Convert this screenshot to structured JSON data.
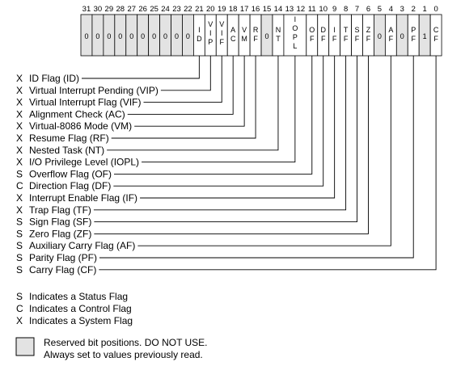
{
  "bit_numbers": [
    "31",
    "30",
    "29",
    "28",
    "27",
    "26",
    "25",
    "24",
    "23",
    "22",
    "21",
    "20",
    "19",
    "18",
    "17",
    "16",
    "15",
    "14",
    "13",
    "12",
    "11",
    "10",
    "9",
    "8",
    "7",
    "6",
    "5",
    "4",
    "3",
    "2",
    "1",
    "0"
  ],
  "register_cells": [
    {
      "bit": 31,
      "text": "0",
      "reserved": true
    },
    {
      "bit": 30,
      "text": "0",
      "reserved": true
    },
    {
      "bit": 29,
      "text": "0",
      "reserved": true
    },
    {
      "bit": 28,
      "text": "0",
      "reserved": true
    },
    {
      "bit": 27,
      "text": "0",
      "reserved": true
    },
    {
      "bit": 26,
      "text": "0",
      "reserved": true
    },
    {
      "bit": 25,
      "text": "0",
      "reserved": true
    },
    {
      "bit": 24,
      "text": "0",
      "reserved": true
    },
    {
      "bit": 23,
      "text": "0",
      "reserved": true
    },
    {
      "bit": 22,
      "text": "0",
      "reserved": true
    },
    {
      "bit": 21,
      "text": "ID",
      "reserved": false
    },
    {
      "bit": 20,
      "text": "VIP",
      "reserved": false
    },
    {
      "bit": 19,
      "text": "VIF",
      "reserved": false
    },
    {
      "bit": 18,
      "text": "AC",
      "reserved": false
    },
    {
      "bit": 17,
      "text": "VM",
      "reserved": false
    },
    {
      "bit": 16,
      "text": "RF",
      "reserved": false
    },
    {
      "bit": 15,
      "text": "0",
      "reserved": true
    },
    {
      "bit": 14,
      "text": "NT",
      "reserved": false
    },
    {
      "bit": 13,
      "text": "IOPL",
      "reserved": false,
      "span": 2
    },
    {
      "bit": 11,
      "text": "OF",
      "reserved": false
    },
    {
      "bit": 10,
      "text": "DF",
      "reserved": false
    },
    {
      "bit": 9,
      "text": "IF",
      "reserved": false
    },
    {
      "bit": 8,
      "text": "TF",
      "reserved": false
    },
    {
      "bit": 7,
      "text": "SF",
      "reserved": false
    },
    {
      "bit": 6,
      "text": "ZF",
      "reserved": false
    },
    {
      "bit": 5,
      "text": "0",
      "reserved": true
    },
    {
      "bit": 4,
      "text": "AF",
      "reserved": false
    },
    {
      "bit": 3,
      "text": "0",
      "reserved": true
    },
    {
      "bit": 2,
      "text": "PF",
      "reserved": false
    },
    {
      "bit": 1,
      "text": "1",
      "reserved": true
    },
    {
      "bit": 0,
      "text": "CF",
      "reserved": false
    }
  ],
  "flags": [
    {
      "type": "X",
      "name": "ID Flag (ID)",
      "bit": 21
    },
    {
      "type": "X",
      "name": "Virtual Interrupt Pending (VIP)",
      "bit": 20
    },
    {
      "type": "X",
      "name": "Virtual Interrupt Flag (VIF)",
      "bit": 19
    },
    {
      "type": "X",
      "name": "Alignment Check (AC)",
      "bit": 18
    },
    {
      "type": "X",
      "name": "Virtual-8086 Mode (VM)",
      "bit": 17
    },
    {
      "type": "X",
      "name": "Resume Flag (RF)",
      "bit": 16
    },
    {
      "type": "X",
      "name": "Nested Task (NT)",
      "bit": 14
    },
    {
      "type": "X",
      "name": "I/O Privilege Level (IOPL)",
      "bit": 12.5
    },
    {
      "type": "S",
      "name": "Overflow Flag (OF)",
      "bit": 11
    },
    {
      "type": "C",
      "name": "Direction Flag (DF)",
      "bit": 10
    },
    {
      "type": "X",
      "name": "Interrupt Enable Flag (IF)",
      "bit": 9
    },
    {
      "type": "X",
      "name": "Trap Flag (TF)",
      "bit": 8
    },
    {
      "type": "S",
      "name": "Sign Flag (SF)",
      "bit": 7
    },
    {
      "type": "S",
      "name": "Zero Flag (ZF)",
      "bit": 6
    },
    {
      "type": "S",
      "name": "Auxiliary Carry Flag (AF)",
      "bit": 4
    },
    {
      "type": "S",
      "name": "Parity Flag (PF)",
      "bit": 2
    },
    {
      "type": "S",
      "name": "Carry Flag (CF)",
      "bit": 0
    }
  ],
  "legend": [
    {
      "letter": "S",
      "text": "Indicates a Status Flag"
    },
    {
      "letter": "C",
      "text": "Indicates a Control Flag"
    },
    {
      "letter": "X",
      "text": "Indicates a System Flag"
    }
  ],
  "reserved_note": {
    "line1": "Reserved bit positions. DO NOT USE.",
    "line2": "Always set to values previously read."
  },
  "colors": {
    "reserved_fill": "#e3e3e3",
    "cell_fill": "#ffffff",
    "line": "#000000"
  }
}
